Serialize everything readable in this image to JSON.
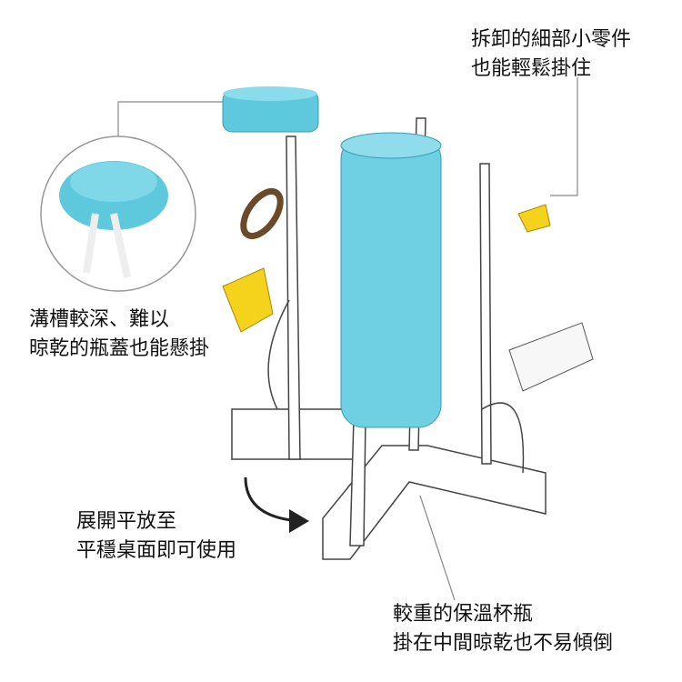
{
  "captions": {
    "top_right": [
      "拆卸的細部小零件",
      "也能輕鬆掛住"
    ],
    "left": [
      "溝槽較深、難以",
      "晾乾的瓶蓋也能懸掛"
    ],
    "bottom_left": [
      "展開平放至",
      "平穩桌面即可使用"
    ],
    "bottom_right": [
      "較重的保溫杯瓶",
      "掛在中間晾乾也不易傾倒"
    ]
  },
  "colors": {
    "cap_blue": "#5ec8dc",
    "bottle_blue": "#6fd0e4",
    "yellow": "#f5d21c",
    "brown": "#6b4a2a",
    "line": "#777777"
  }
}
